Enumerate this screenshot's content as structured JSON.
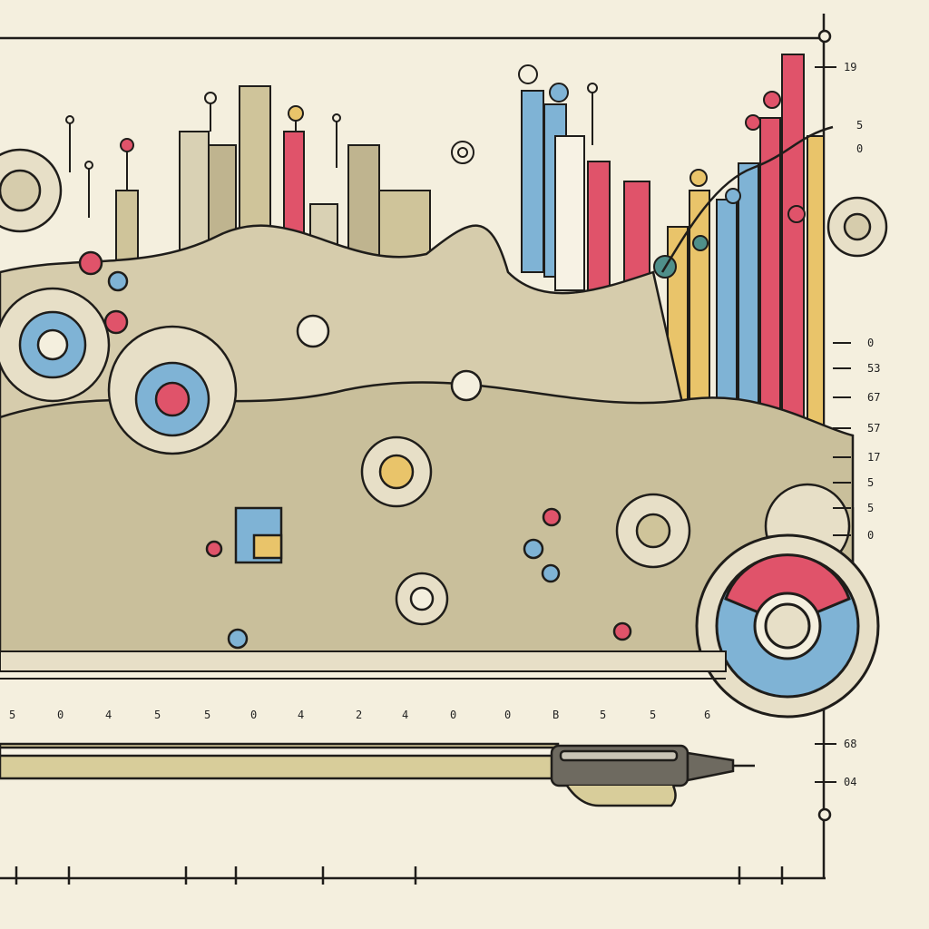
{
  "palette": {
    "background": "#f4efde",
    "ink": "#1f1d1a",
    "red": "#e0536a",
    "blue": "#7fb3d5",
    "yellow": "#e9c46a",
    "cream": "#f7f2e4",
    "olive": "#cfc49a",
    "teal": "#4f8f8a"
  },
  "right_axis": {
    "labels": [
      "19",
      "5",
      "0",
      "0",
      "53",
      "67",
      "57",
      "17",
      "5",
      "5",
      "0",
      "68",
      "04"
    ]
  },
  "bottom_axis": {
    "labels": [
      "5",
      "0",
      "4",
      "5",
      "5",
      "0",
      "4",
      "2",
      "4",
      "0",
      "0",
      "B",
      "5",
      "5",
      "6"
    ]
  },
  "illustration": {
    "subject": "pen",
    "style": "hand-drawn doodle"
  }
}
